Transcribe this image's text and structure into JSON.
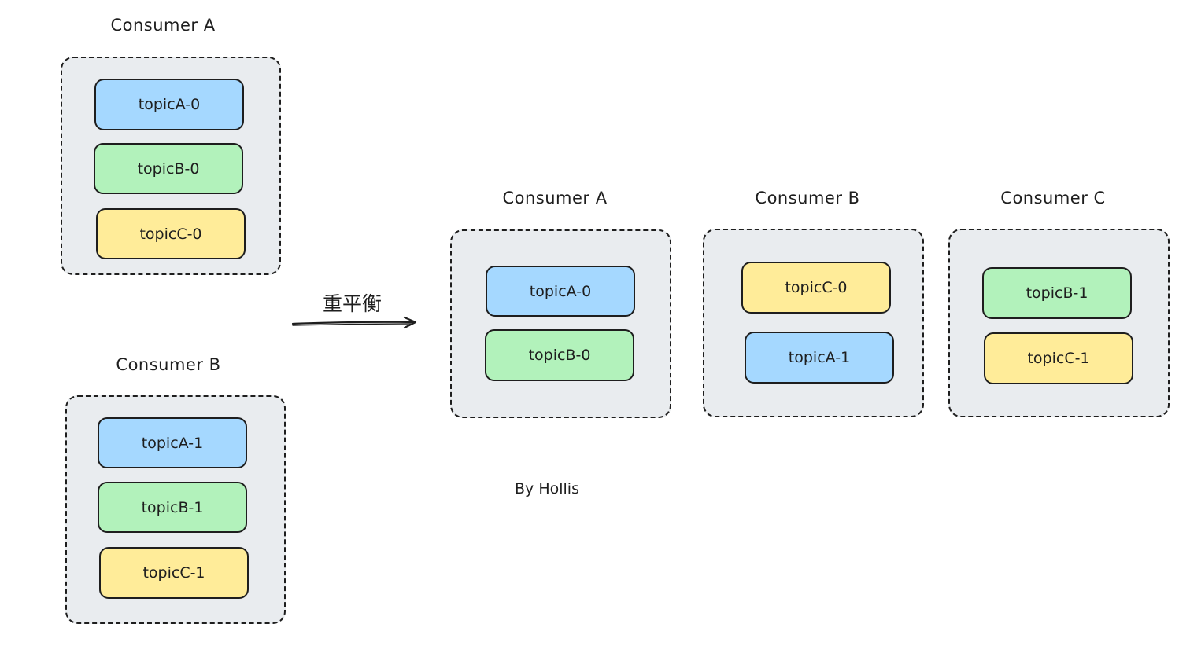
{
  "before": {
    "consumer_a": {
      "label": "Consumer A",
      "partitions": [
        "topicA-0",
        "topicB-0",
        "topicC-0"
      ]
    },
    "consumer_b": {
      "label": "Consumer B",
      "partitions": [
        "topicA-1",
        "topicB-1",
        "topicC-1"
      ]
    }
  },
  "arrow_label": "重平衡",
  "after": {
    "consumer_a": {
      "label": "Consumer A",
      "partitions": [
        "topicA-0",
        "topicB-0"
      ]
    },
    "consumer_b": {
      "label": "Consumer B",
      "partitions": [
        "topicC-0",
        "topicA-1"
      ]
    },
    "consumer_c": {
      "label": "Consumer C",
      "partitions": [
        "topicB-1",
        "topicC-1"
      ]
    }
  },
  "credit": "By Hollis",
  "colors": {
    "topicA": "#a5d8ff",
    "topicB": "#b2f2bb",
    "topicC": "#ffec99",
    "group_fill": "#e9ecef",
    "stroke": "#1e1e1e"
  }
}
